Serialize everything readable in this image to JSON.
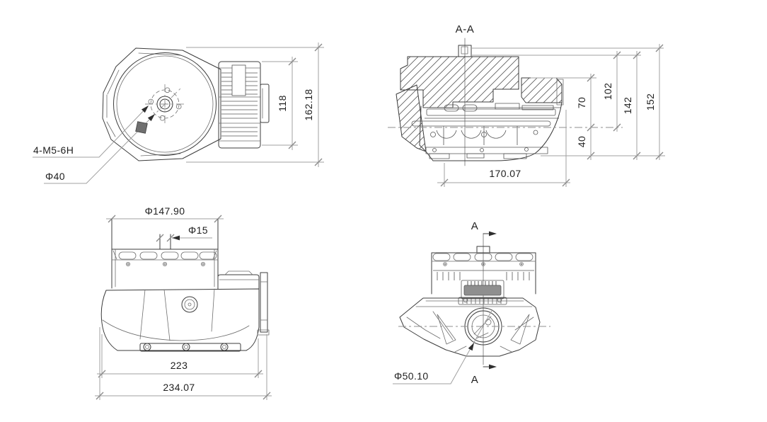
{
  "meta": {
    "type": "engineering-drawing",
    "background": "#ffffff",
    "line_color": "#3c3c3c",
    "dim_color": "#a0a0a0",
    "text_color": "#1f1f1f"
  },
  "views": {
    "top_left": {
      "title": "top view",
      "callout_thread": "4-M5-6H",
      "callout_bolt_circle": "Φ40",
      "dim_fin_height": "118",
      "dim_overall_height": "162.18"
    },
    "top_right": {
      "title": "section view",
      "section_label": "A-A",
      "dim_upper": "70",
      "dim_mid": "102",
      "dim_body": "142",
      "dim_overall": "152",
      "dim_lower": "40",
      "dim_length": "170.07"
    },
    "bottom_left": {
      "title": "side view",
      "dim_rotor_diameter": "Φ147.90",
      "dim_shaft_diameter": "Φ15",
      "dim_body_length": "223",
      "dim_overall_length": "234.07"
    },
    "bottom_right": {
      "title": "front view",
      "section_arrow_top": "A",
      "section_arrow_bottom": "A",
      "dim_lens_diameter": "Φ50.10"
    }
  }
}
